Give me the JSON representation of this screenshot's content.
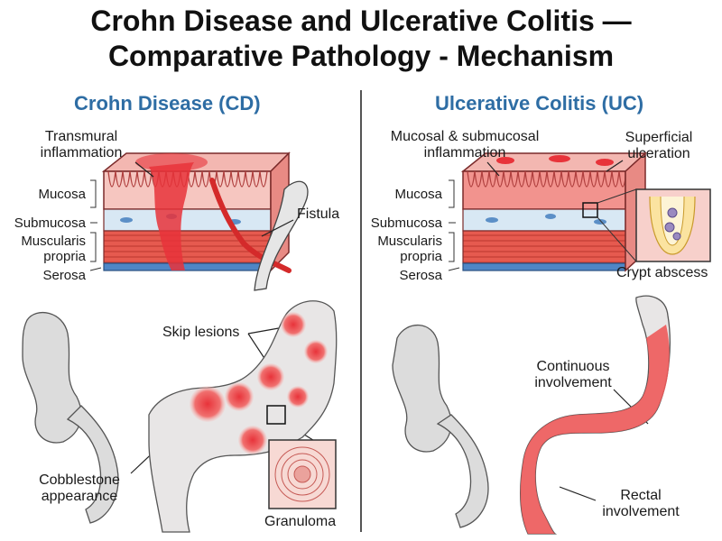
{
  "title_line1": "Crohn Disease and Ulcerative Colitis —",
  "title_line2": "Comparative Pathology - Mechanism",
  "left": {
    "heading": "Crohn Disease (CD)",
    "transmural_1": "Transmural",
    "transmural_2": "inflammation",
    "layers": [
      "Mucosa",
      "Submucosa",
      "Muscularis",
      "propria",
      "Serosa"
    ],
    "fistula": "Fistula",
    "skip_lesions": "Skip lesions",
    "cobble_1": "Cobblestone",
    "cobble_2": "appearance",
    "granuloma": "Granuloma"
  },
  "right": {
    "heading": "Ulcerative Colitis (UC)",
    "mucosal_1": "Mucosal & submucosal",
    "mucosal_2": "inflammation",
    "superficial_1": "Superficial",
    "superficial_2": "ulceration",
    "layers": [
      "Mucosa",
      "Submucosa",
      "Muscularis",
      "propria",
      "Serosa"
    ],
    "crypt_abscess": "Crypt abscess",
    "continuous_1": "Continuous",
    "continuous_2": "involvement",
    "rectal_1": "Rectal",
    "rectal_2": "involvement"
  },
  "colors": {
    "heading_blue": "#2e6da4",
    "inflamed_red": "#e8333a",
    "tissue_pink": "#f4a7a3",
    "submucosa_blue": "#d8e8f4",
    "serosa_blue": "#4f86c6",
    "colon_gray": "#dcdcdc"
  }
}
